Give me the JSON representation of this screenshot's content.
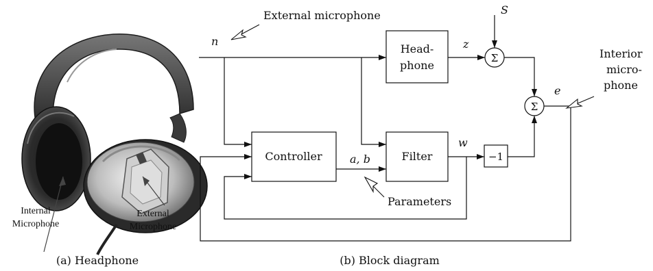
{
  "headphone": {
    "internal_label": [
      "Internal",
      "Microphone"
    ],
    "external_label": [
      "External",
      "Microphone"
    ],
    "caption": "(a) Headphone"
  },
  "diagram": {
    "caption": "(b) Block diagram",
    "external_mic": "External microphone",
    "interior_mic": [
      "Interior",
      "micro-",
      "phone"
    ],
    "parameters": "Parameters",
    "blocks": {
      "headphone": [
        "Head-",
        "phone"
      ],
      "controller": "Controller",
      "filter": "Filter",
      "gain": "−1"
    },
    "sum_symbol": "Σ",
    "signals": {
      "n": "n",
      "S": "S",
      "z": "z",
      "e": "e",
      "w": "w",
      "ab": "a, b"
    }
  }
}
